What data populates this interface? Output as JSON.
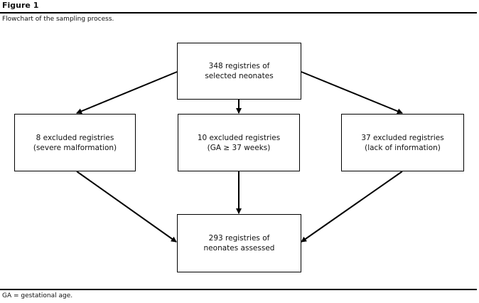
{
  "figure": {
    "title": "Figure 1",
    "caption": "Flowchart of the sampling process."
  },
  "boxes": {
    "top": {
      "line1": "348 registries of",
      "line2": "selected neonates"
    },
    "left": {
      "line1": "8 excluded registries",
      "line2": "(severe malformation)"
    },
    "middle": {
      "line1": "10 excluded registries",
      "line2": "(GA ≥ 37 weeks)"
    },
    "right": {
      "line1": "37 excluded registries",
      "line2": "(lack of information)"
    },
    "bottom": {
      "line1": "293 registries of",
      "line2": "neonates assessed"
    }
  },
  "footnote": "GA = gestational age."
}
